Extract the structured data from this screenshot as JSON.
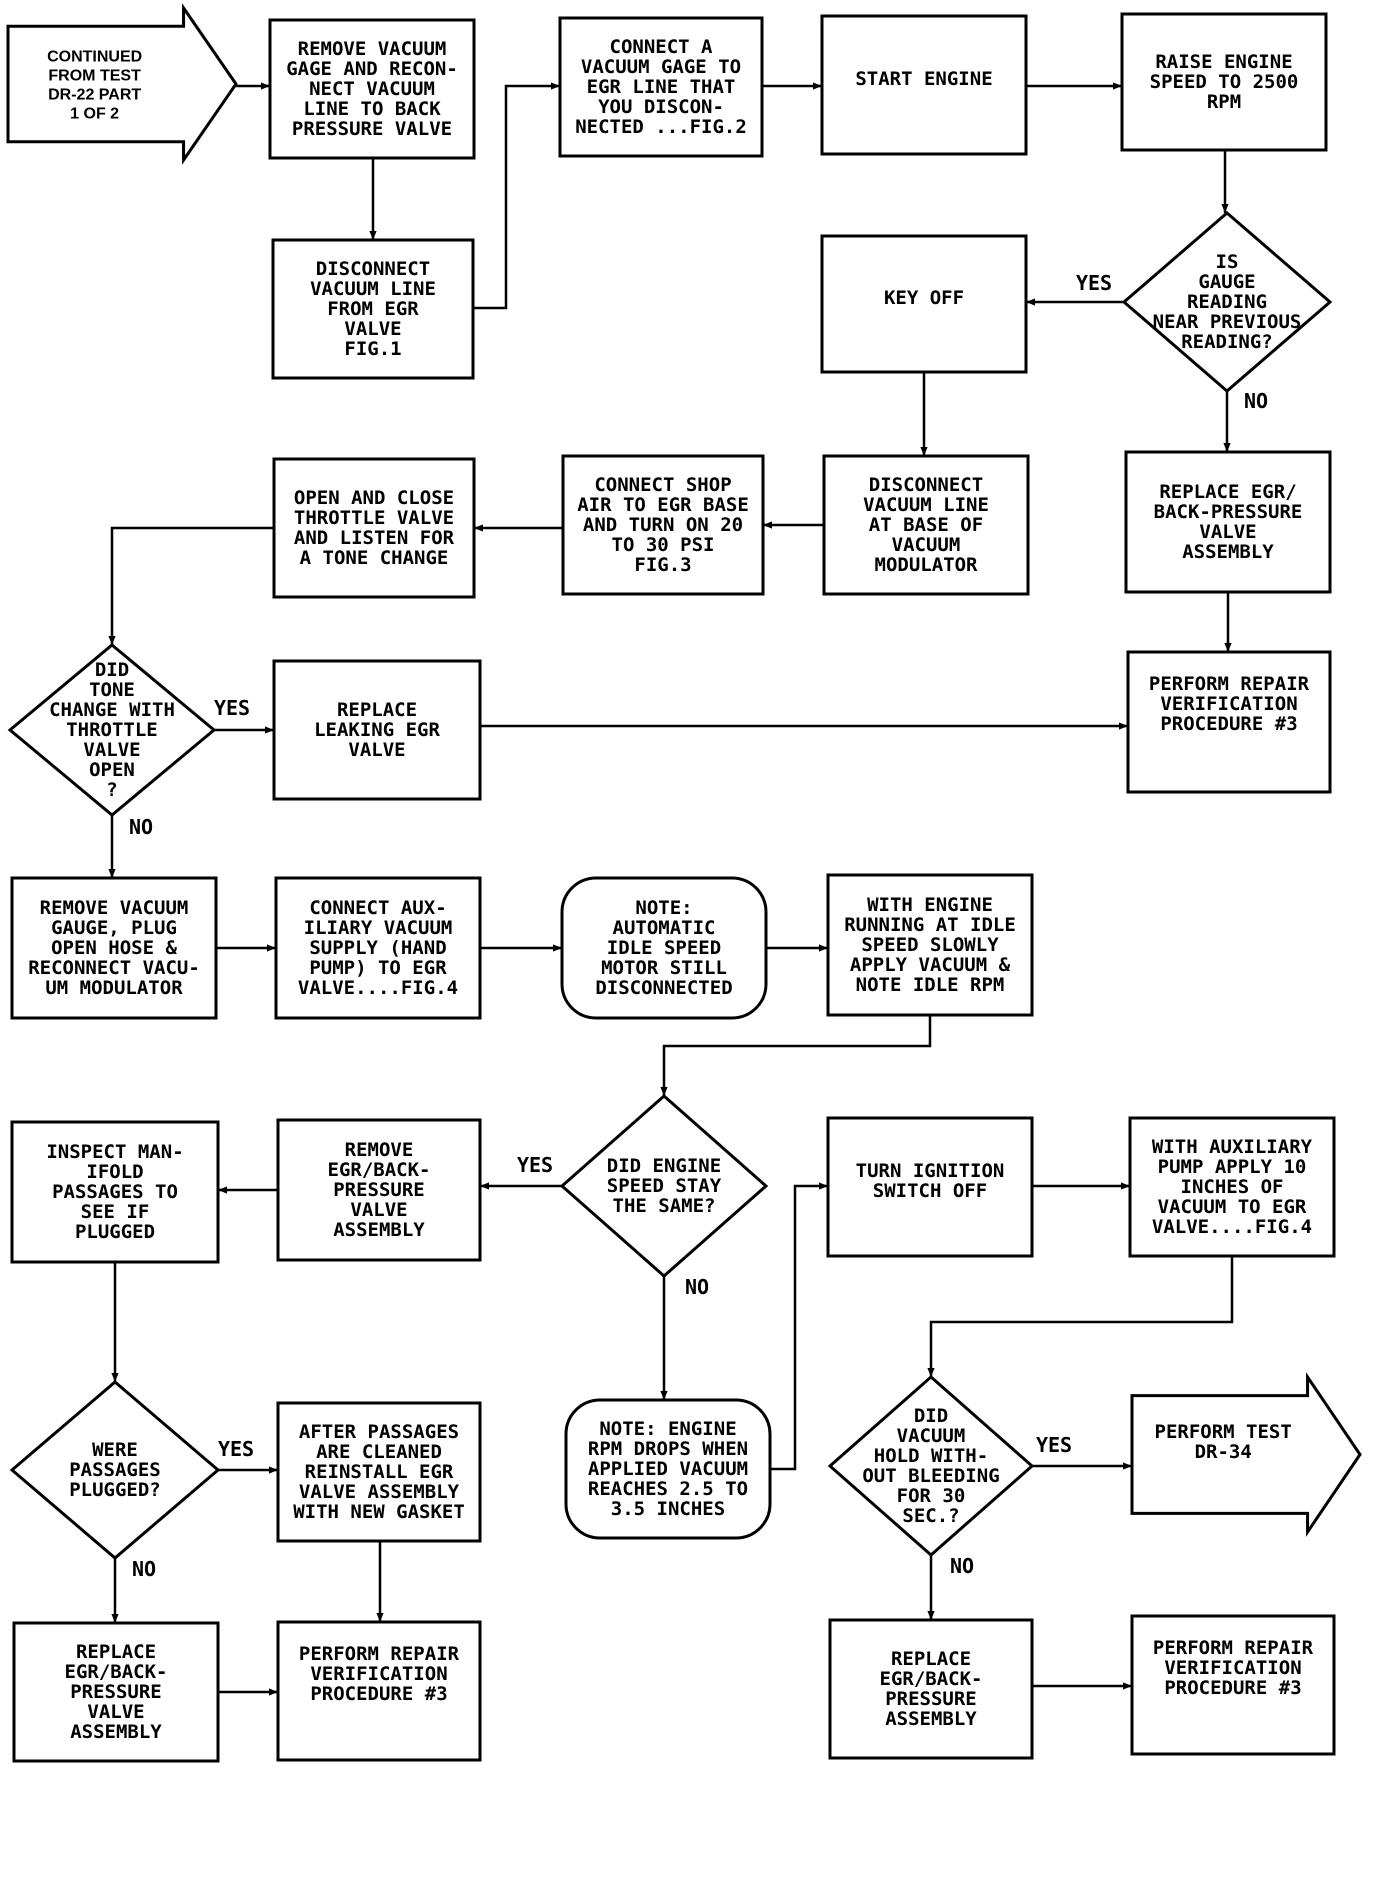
{
  "nodes": [
    {
      "id": "start",
      "shape": "arrow",
      "lines": [
        "CONTINUED",
        "FROM TEST",
        "DR-22 PART",
        "1 OF 2"
      ]
    },
    {
      "id": "n1",
      "shape": "rect",
      "lines": [
        "REMOVE VACUUM",
        "GAGE AND RECON-",
        "NECT VACUUM",
        "LINE TO BACK",
        "PRESSURE VALVE"
      ]
    },
    {
      "id": "n2",
      "shape": "rect",
      "lines": [
        "DISCONNECT",
        "VACUUM LINE",
        "FROM EGR",
        "VALVE",
        "FIG.1"
      ]
    },
    {
      "id": "n3",
      "shape": "rect",
      "lines": [
        "CONNECT A",
        "VACUUM GAGE TO",
        "EGR LINE THAT",
        "YOU DISCON-",
        "NECTED ...FIG.2"
      ]
    },
    {
      "id": "n4",
      "shape": "rect",
      "lines": [
        "START ENGINE"
      ]
    },
    {
      "id": "n5",
      "shape": "rect",
      "lines": [
        "RAISE ENGINE",
        "SPEED TO 2500",
        "RPM"
      ]
    },
    {
      "id": "d1",
      "shape": "diamond",
      "lines": [
        "IS",
        "GAUGE",
        "READING",
        "NEAR PREVIOUS",
        "READING?"
      ]
    },
    {
      "id": "n6",
      "shape": "rect",
      "lines": [
        "KEY OFF"
      ]
    },
    {
      "id": "n7",
      "shape": "rect",
      "lines": [
        "REPLACE EGR/",
        "BACK-PRESSURE",
        "VALVE",
        "ASSEMBLY"
      ]
    },
    {
      "id": "n8",
      "shape": "rect",
      "lines": [
        "DISCONNECT",
        "VACUUM LINE",
        "AT BASE OF",
        "VACUUM",
        "MODULATOR"
      ]
    },
    {
      "id": "n9",
      "shape": "rect",
      "lines": [
        "CONNECT SHOP",
        "AIR TO EGR BASE",
        "AND TURN ON 20",
        "TO 30 PSI",
        "FIG.3"
      ]
    },
    {
      "id": "n10",
      "shape": "rect",
      "lines": [
        "OPEN AND CLOSE",
        "THROTTLE VALVE",
        "AND LISTEN FOR",
        "A TONE CHANGE"
      ]
    },
    {
      "id": "d2",
      "shape": "diamond",
      "lines": [
        "DID",
        "TONE",
        "CHANGE WITH",
        "THROTTLE",
        "VALVE",
        "OPEN",
        "?"
      ]
    },
    {
      "id": "n11",
      "shape": "rect",
      "lines": [
        "REPLACE",
        "LEAKING EGR",
        "VALVE"
      ]
    },
    {
      "id": "n12",
      "shape": "rect",
      "lines": [
        "PERFORM REPAIR",
        "VERIFICATION",
        "PROCEDURE #3"
      ]
    },
    {
      "id": "n13",
      "shape": "rect",
      "lines": [
        "REMOVE VACUUM",
        "GAUGE, PLUG",
        "OPEN HOSE &",
        "RECONNECT VACU-",
        "UM MODULATOR"
      ]
    },
    {
      "id": "n14",
      "shape": "rect",
      "lines": [
        "CONNECT AUX-",
        "ILIARY VACUUM",
        "SUPPLY (HAND",
        "PUMP) TO EGR",
        "VALVE....FIG.4"
      ]
    },
    {
      "id": "n15",
      "shape": "rounded",
      "lines": [
        "NOTE:",
        "AUTOMATIC",
        "IDLE SPEED",
        "MOTOR STILL",
        "DISCONNECTED"
      ]
    },
    {
      "id": "n16",
      "shape": "rect",
      "lines": [
        "WITH ENGINE",
        "RUNNING AT IDLE",
        "SPEED SLOWLY",
        "APPLY VACUUM &",
        "NOTE IDLE RPM"
      ]
    },
    {
      "id": "d3",
      "shape": "diamond",
      "lines": [
        "DID ENGINE",
        "SPEED STAY",
        "THE SAME?"
      ]
    },
    {
      "id": "n17",
      "shape": "rect",
      "lines": [
        "REMOVE",
        "EGR/BACK-",
        "PRESSURE",
        "VALVE",
        "ASSEMBLY"
      ]
    },
    {
      "id": "n18",
      "shape": "rect",
      "lines": [
        "INSPECT MAN-",
        "IFOLD",
        "PASSAGES TO",
        "SEE IF",
        "PLUGGED"
      ]
    },
    {
      "id": "d4",
      "shape": "diamond",
      "lines": [
        "WERE",
        "PASSAGES",
        "PLUGGED?"
      ]
    },
    {
      "id": "n19",
      "shape": "rect",
      "lines": [
        "AFTER PASSAGES",
        "ARE CLEANED",
        "REINSTALL EGR",
        "VALVE ASSEMBLY",
        "WITH NEW GASKET"
      ]
    },
    {
      "id": "n20",
      "shape": "rect",
      "lines": [
        "REPLACE",
        "EGR/BACK-",
        "PRESSURE",
        "VALVE",
        "ASSEMBLY"
      ]
    },
    {
      "id": "n21",
      "shape": "rect",
      "lines": [
        "PERFORM REPAIR",
        "VERIFICATION",
        "PROCEDURE #3"
      ]
    },
    {
      "id": "n22",
      "shape": "rounded",
      "lines": [
        "NOTE: ENGINE",
        "RPM DROPS WHEN",
        "APPLIED VACUUM",
        "REACHES 2.5 TO",
        "3.5 INCHES"
      ]
    },
    {
      "id": "n23",
      "shape": "rect",
      "lines": [
        "TURN IGNITION",
        "SWITCH OFF"
      ]
    },
    {
      "id": "n24",
      "shape": "rect",
      "lines": [
        "WITH AUXILIARY",
        "PUMP APPLY 10",
        "INCHES OF",
        "VACUUM TO EGR",
        "VALVE....FIG.4"
      ]
    },
    {
      "id": "d5",
      "shape": "diamond",
      "lines": [
        "DID",
        "VACUUM",
        "HOLD WITH-",
        "OUT BLEEDING",
        "FOR 30",
        "SEC.?"
      ]
    },
    {
      "id": "n25",
      "shape": "arrow",
      "lines": [
        "PERFORM TEST",
        "DR-34"
      ]
    },
    {
      "id": "n26",
      "shape": "rect",
      "lines": [
        "REPLACE",
        "EGR/BACK-",
        "PRESSURE",
        "ASSEMBLY"
      ]
    },
    {
      "id": "n27",
      "shape": "rect",
      "lines": [
        "PERFORM REPAIR",
        "VERIFICATION",
        "PROCEDURE #3"
      ]
    }
  ],
  "edges": [
    {
      "from": "start",
      "to": "n1",
      "label": ""
    },
    {
      "from": "n1",
      "to": "n2",
      "label": ""
    },
    {
      "from": "n2",
      "to": "n3",
      "label": ""
    },
    {
      "from": "n3",
      "to": "n4",
      "label": ""
    },
    {
      "from": "n4",
      "to": "n5",
      "label": ""
    },
    {
      "from": "n5",
      "to": "d1",
      "label": ""
    },
    {
      "from": "d1",
      "to": "n6",
      "label": "YES"
    },
    {
      "from": "d1",
      "to": "n7",
      "label": "NO"
    },
    {
      "from": "n7",
      "to": "n12",
      "label": ""
    },
    {
      "from": "n6",
      "to": "n8",
      "label": ""
    },
    {
      "from": "n8",
      "to": "n9",
      "label": ""
    },
    {
      "from": "n9",
      "to": "n10",
      "label": ""
    },
    {
      "from": "n10",
      "to": "d2",
      "label": ""
    },
    {
      "from": "d2",
      "to": "n11",
      "label": "YES"
    },
    {
      "from": "n11",
      "to": "n12",
      "label": ""
    },
    {
      "from": "d2",
      "to": "n13",
      "label": "NO"
    },
    {
      "from": "n13",
      "to": "n14",
      "label": ""
    },
    {
      "from": "n14",
      "to": "n15",
      "label": ""
    },
    {
      "from": "n15",
      "to": "n16",
      "label": ""
    },
    {
      "from": "n16",
      "to": "d3",
      "label": ""
    },
    {
      "from": "d3",
      "to": "n17",
      "label": "YES"
    },
    {
      "from": "n17",
      "to": "n18",
      "label": ""
    },
    {
      "from": "n18",
      "to": "d4",
      "label": ""
    },
    {
      "from": "d4",
      "to": "n19",
      "label": "YES"
    },
    {
      "from": "d4",
      "to": "n20",
      "label": "NO"
    },
    {
      "from": "n20",
      "to": "n21",
      "label": ""
    },
    {
      "from": "n19",
      "to": "n21",
      "label": ""
    },
    {
      "from": "d3",
      "to": "n22",
      "label": "NO"
    },
    {
      "from": "n22",
      "to": "n23",
      "label": ""
    },
    {
      "from": "n23",
      "to": "n24",
      "label": ""
    },
    {
      "from": "n24",
      "to": "d5",
      "label": ""
    },
    {
      "from": "d5",
      "to": "n25",
      "label": "YES"
    },
    {
      "from": "d5",
      "to": "n26",
      "label": "NO"
    },
    {
      "from": "n26",
      "to": "n27",
      "label": ""
    }
  ]
}
